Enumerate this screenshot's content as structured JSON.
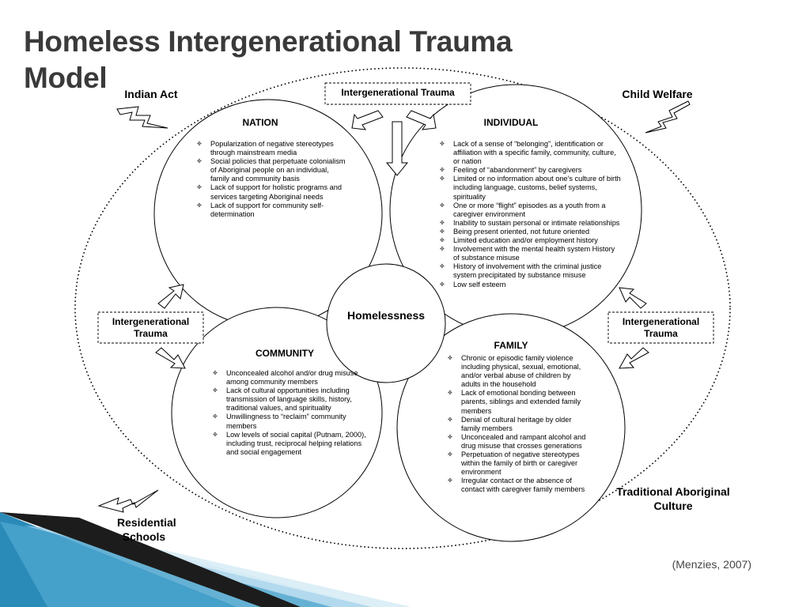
{
  "title": "Homeless Intergenerational Trauma Model",
  "outer_labels": {
    "indian_act": "Indian Act",
    "child_welfare": "Child Welfare",
    "residential_schools": "Residential Schools",
    "traditional_culture": "Traditional Aboriginal Culture"
  },
  "trauma_boxes": {
    "top": "Intergenerational Trauma",
    "left": "Intergenerational Trauma",
    "right": "Intergenerational Trauma"
  },
  "center": "Homelessness",
  "nation": {
    "title": "NATION",
    "items": [
      "Popularization of negative stereotypes through mainstream media",
      "Social policies that perpetuate colonialism of Aboriginal people on an individual, family and community basis",
      "Lack of support for holistic programs and services targeting Aboriginal needs",
      "Lack of support for community self-determination"
    ]
  },
  "individual": {
    "title": "INDIVIDUAL",
    "items": [
      "Lack of a sense of “belonging”, identification or affiliation with a specific family, community, culture, or nation",
      "Feeling of “abandonment” by caregivers",
      "Limited or no information about one’s culture of birth including language, customs, belief systems, spirituality",
      "One or more “flight” episodes as a youth from a caregiver environment",
      "Inability to sustain personal or intimate relationships",
      "Being present oriented, not future oriented",
      "Limited education and/or employment history",
      "Involvement with the mental health system History of substance misuse",
      "History of involvement with the criminal justice system precipitated by substance misuse",
      "Low self esteem"
    ]
  },
  "community": {
    "title": "COMMUNITY",
    "items": [
      "Unconcealed alcohol and/or drug misuse among community members",
      "Lack of cultural opportunities including transmission of language skills, history, traditional values, and spirituality",
      "Unwillingness to “reclaim” community members",
      "Low levels of social capital (Putnam, 2000), including trust, reciprocal helping relations and social engagement"
    ]
  },
  "family": {
    "title": "FAMILY",
    "items": [
      "Chronic or episodic family violence including physical, sexual, emotional, and/or verbal abuse of children by adults in the household",
      "Lack of emotional bonding between parents, siblings and extended family members",
      "Denial of cultural heritage by older family members",
      "Unconcealed and rampant alcohol and drug misuse that crosses generations",
      "Perpetuation of negative stereotypes within the family of birth or caregiver environment",
      "Irregular contact or the absence of contact with caregiver family members"
    ]
  },
  "citation": "(Menzies, 2007)",
  "colors": {
    "title": "#3a3a3a",
    "stripe_blue": "#2a8ab8",
    "stripe_light": "#9fd0e8"
  }
}
